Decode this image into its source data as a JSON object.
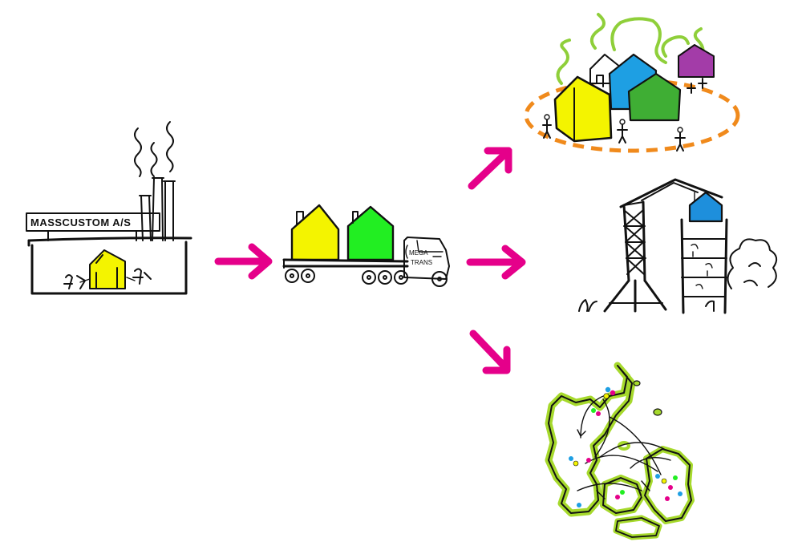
{
  "factory": {
    "sign_text": "MASSCUSTOM A/S"
  },
  "truck": {
    "side_text_line1": "MEGA",
    "side_text_line2": "TRANS"
  },
  "colors": {
    "arrow": "#e5008a",
    "house_yellow": "#f4f400",
    "house_green": "#22ee22",
    "house_blue": "#1e9fe3",
    "house_green_dark": "#3fae34",
    "house_purple": "#a33ca8",
    "house_blue_tower": "#1e8fdc",
    "dashed_ring": "#f08a1c",
    "land_green": "#a6d92c",
    "smoke_green": "#8fcf3a",
    "ink": "#111111"
  },
  "icons": [
    "factory-icon",
    "truck-icon",
    "house-cluster-icon",
    "crane-tower-icon",
    "denmark-map-icon",
    "arrow-icon"
  ]
}
